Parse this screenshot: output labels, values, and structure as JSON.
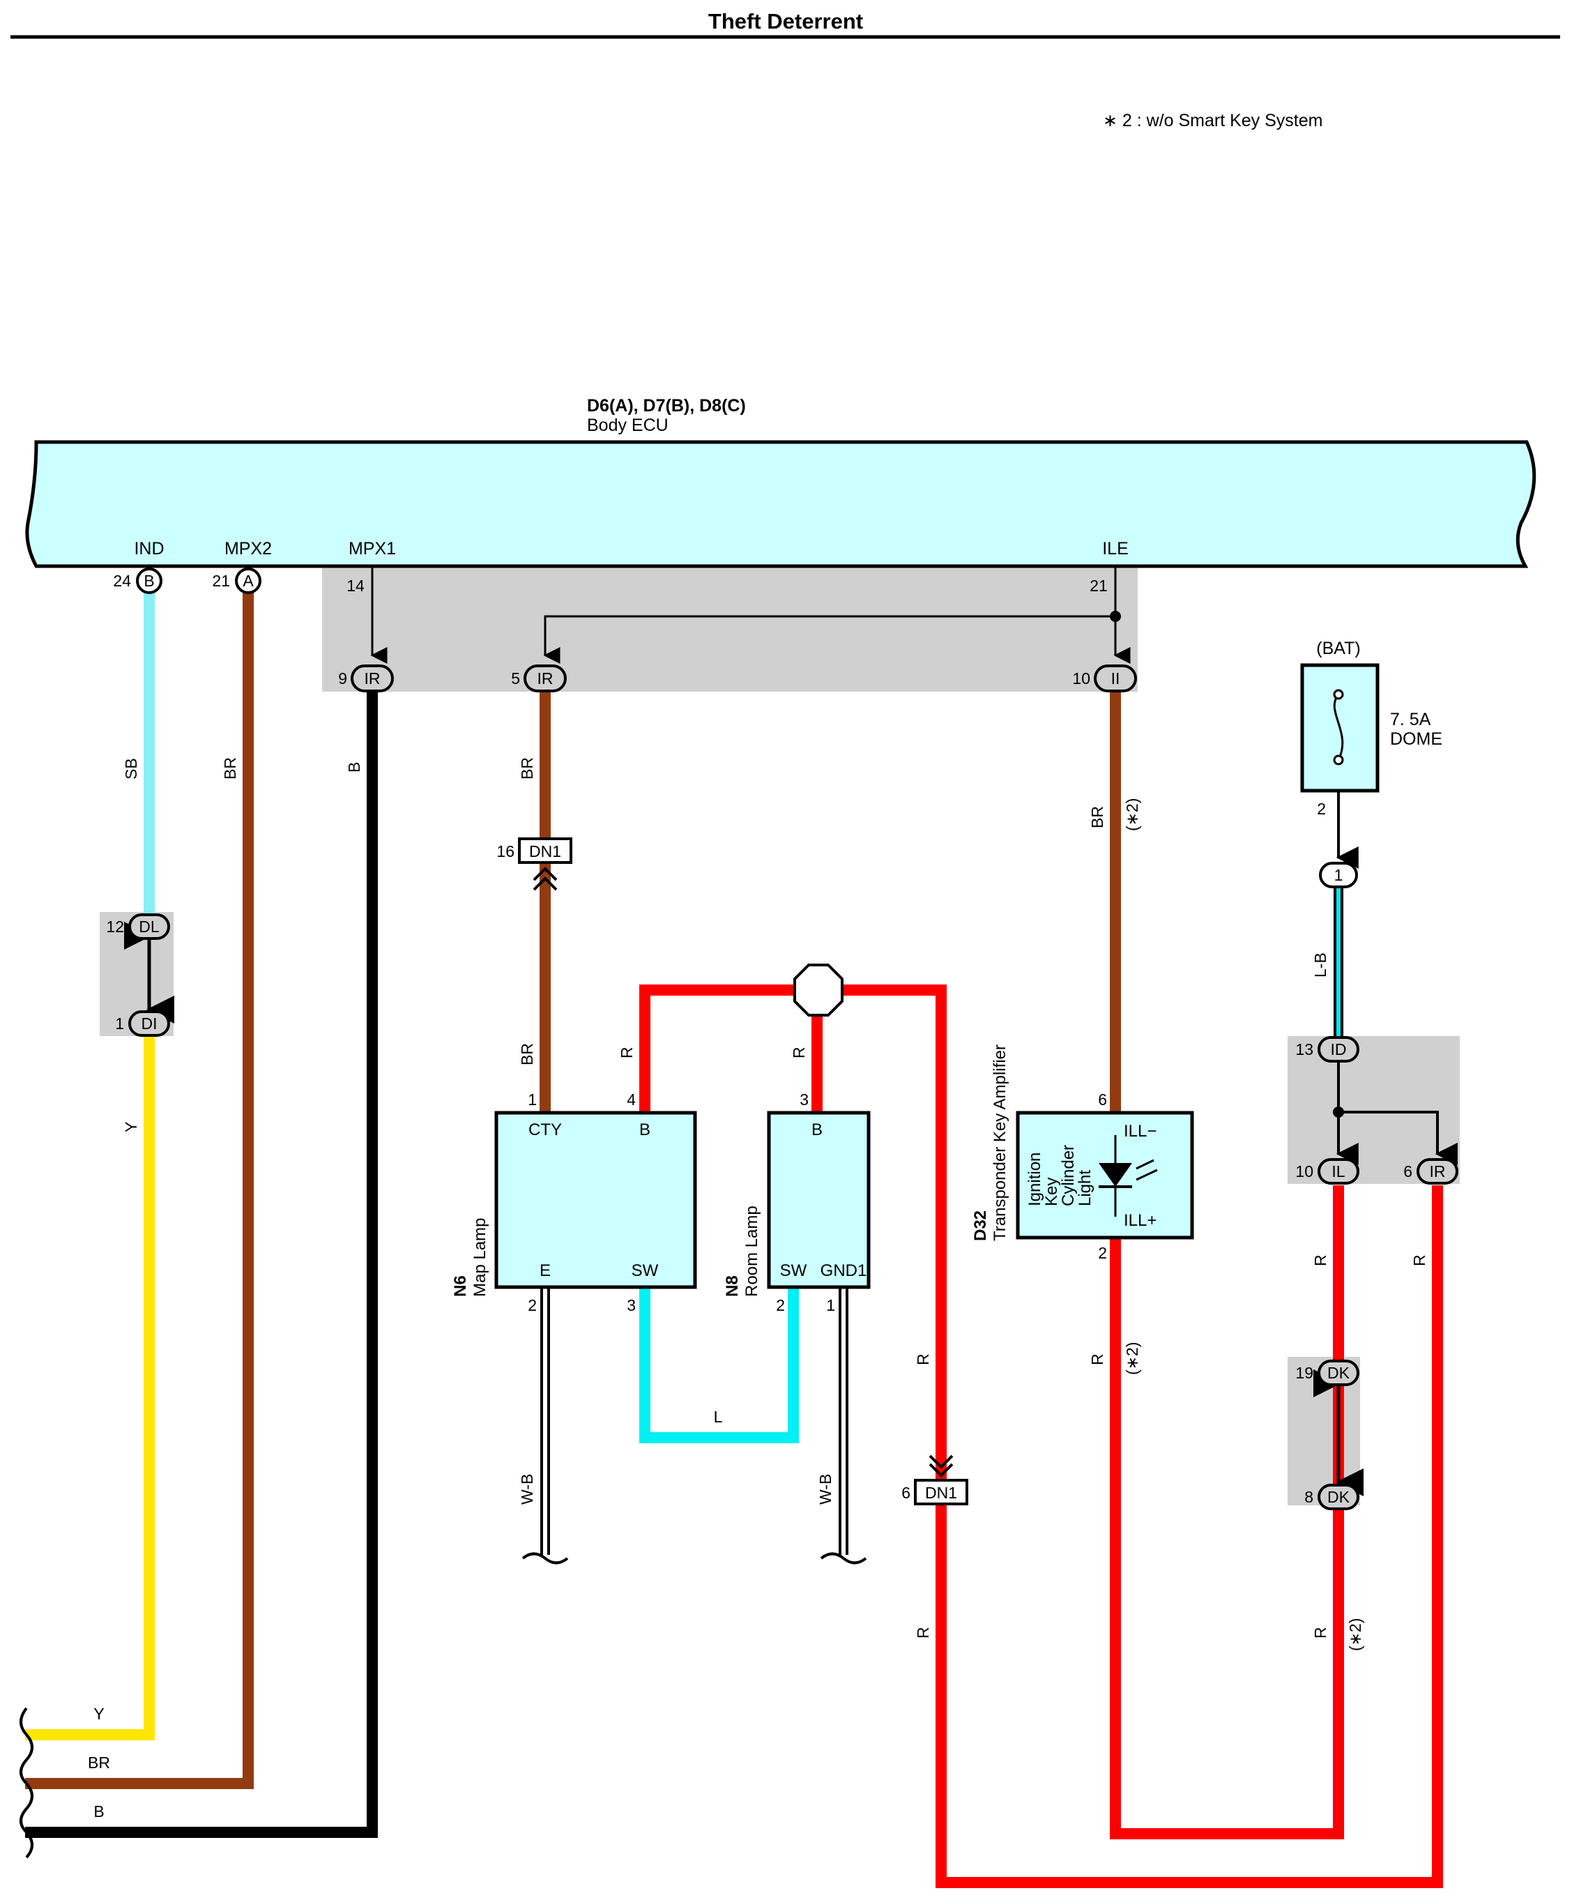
{
  "title": "Theft Deterrent",
  "note": "∗ 2 : w/o Smart Key System",
  "colors": {
    "ecu_fill": "#ccffff",
    "junction_gray": "#d0d0d0",
    "wire_SB": "#88f0f4",
    "wire_BR": "#933b10",
    "wire_B": "#000000",
    "wire_Y": "#ffe600",
    "wire_R": "#ff0000",
    "wire_L": "#00f0f4",
    "wire_LB": "#00e8f0"
  },
  "ecu": {
    "code": "D6(A), D7(B), D8(C)",
    "name": "Body ECU",
    "terminals": {
      "ind": {
        "label": "IND",
        "pin": "24",
        "conn": "B"
      },
      "mpx2": {
        "label": "MPX2",
        "pin": "21",
        "conn": "A"
      },
      "mpx1": {
        "label": "MPX1",
        "pin": "14"
      },
      "ile": {
        "label": "ILE",
        "pin": "21"
      }
    }
  },
  "junctions": {
    "j1": {
      "pin": "9",
      "conn": "IR"
    },
    "j2": {
      "pin": "5",
      "conn": "IR"
    },
    "j3": {
      "pin": "10",
      "conn": "II"
    },
    "dl": {
      "pin": "12",
      "conn": "DL"
    },
    "di": {
      "pin": "1",
      "conn": "DI"
    },
    "dn1a": {
      "pin": "16",
      "conn": "DN1"
    },
    "dn1b": {
      "pin": "6",
      "conn": "DN1"
    },
    "id": {
      "pin": "13",
      "conn": "ID"
    },
    "il": {
      "pin": "10",
      "conn": "IL"
    },
    "ir": {
      "pin": "6",
      "conn": "IR"
    },
    "dk1": {
      "pin": "19",
      "conn": "DK"
    },
    "dk2": {
      "pin": "8",
      "conn": "DK"
    },
    "fuse_out": {
      "pin": "2",
      "conn": "1"
    }
  },
  "fuse": {
    "source": "(BAT)",
    "rating": "7. 5A",
    "name": "DOME"
  },
  "wires": {
    "sb": "SB",
    "br1": "BR",
    "b1": "B",
    "br2": "BR",
    "br3": "BR",
    "br4": "BR",
    "y": "Y",
    "r1": "R",
    "r2": "R",
    "r3": "R",
    "r4": "R",
    "r5": "R",
    "r6": "R",
    "r7": "R",
    "r8": "R",
    "l": "L",
    "wb1": "W-B",
    "wb2": "W-B",
    "lb": "L-B",
    "y_end": "Y",
    "br_end": "BR",
    "b_end": "B"
  },
  "notes_on_wires": {
    "n1": "(∗2)",
    "n2": "(∗2)",
    "n3": "(∗2)"
  },
  "map_lamp": {
    "code": "N6",
    "name": "Map Lamp",
    "terms": {
      "cty": "CTY",
      "b": "B",
      "e": "E",
      "sw": "SW"
    },
    "pins": {
      "cty": "1",
      "b": "4",
      "e": "2",
      "sw": "3"
    }
  },
  "room_lamp": {
    "code": "N8",
    "name": "Room Lamp",
    "terms": {
      "b": "B",
      "sw": "SW",
      "gnd": "GND1"
    },
    "pins": {
      "b": "3",
      "sw": "2",
      "gnd": "1"
    }
  },
  "amplifier": {
    "code": "D32",
    "name": "Transponder Key Amplifier",
    "light_lines": [
      "Ignition",
      "Key",
      "Cylinder",
      "Light"
    ],
    "terms": {
      "ill_minus": "ILL−",
      "ill_plus": "ILL+"
    },
    "pins": {
      "ill_minus": "6",
      "ill_plus": "2"
    }
  }
}
